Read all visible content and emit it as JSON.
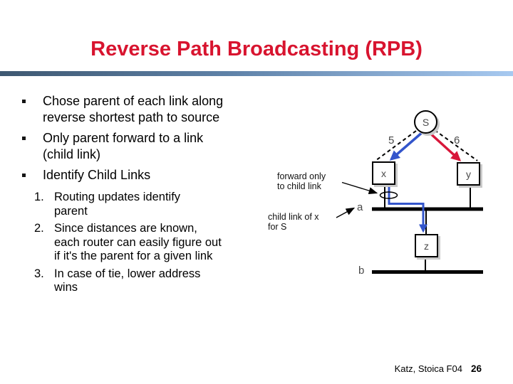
{
  "slide": {
    "title": "Reverse Path Broadcasting (RPB)",
    "footer": {
      "credit": "Katz, Stoica F04",
      "page_number": "26"
    }
  },
  "colors": {
    "title_red": "#d8142f",
    "divider_gradient_left": "#3e5871",
    "divider_gradient_right": "#a7c9f0",
    "parent_link_blue": "#3355cb",
    "alternate_link_red": "#d8173a"
  },
  "content": {
    "bullets": [
      {
        "lines": [
          "Chose parent of each link along",
          "reverse shortest path to source"
        ]
      },
      {
        "lines": [
          "Only parent forward to a link",
          "(child link)"
        ]
      },
      {
        "lines": [
          "Identify Child Links"
        ]
      }
    ],
    "sub_items": [
      {
        "num": "1.",
        "lines": [
          "Routing updates identify",
          "parent"
        ]
      },
      {
        "num": "2.",
        "lines": [
          "Since distances are known,",
          "each router can easily figure out",
          "if it's the parent for a given link"
        ]
      },
      {
        "num": "3.",
        "lines": [
          "In case of tie, lower address",
          "wins"
        ]
      }
    ]
  },
  "diagram": {
    "source": "S",
    "node_x": "x",
    "node_y": "y",
    "node_z": "z",
    "bus_a": "a",
    "bus_b": "b",
    "cost_sx": "5",
    "cost_sy": "6",
    "annotation_forward_lines": [
      "forward only",
      "to child link"
    ],
    "annotation_child_lines": [
      "child link of x",
      "for S"
    ]
  }
}
